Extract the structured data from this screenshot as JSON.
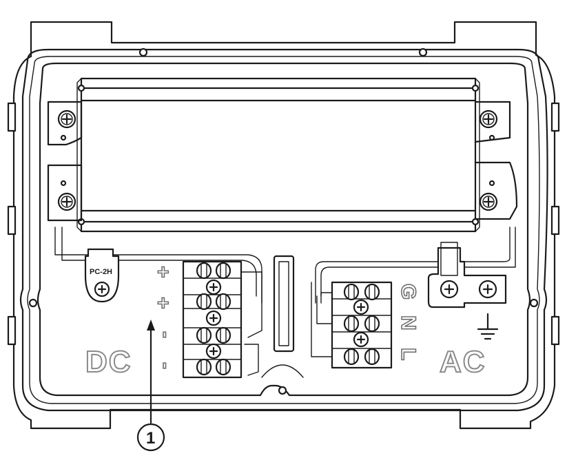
{
  "labels": {
    "dc": "DC",
    "ac": "AC",
    "relay": "PC-2H",
    "callout": "1",
    "dc_terminals": [
      "+",
      "+",
      "-",
      "-"
    ],
    "ac_terminals": [
      "G",
      "N",
      "L"
    ]
  }
}
